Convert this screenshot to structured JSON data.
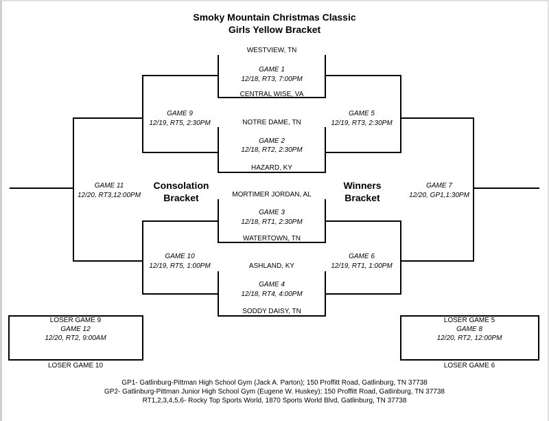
{
  "header": {
    "title": "Smoky Mountain Christmas Classic",
    "subtitle": "Girls Yellow Bracket"
  },
  "teams": {
    "westview": "WESTVIEW, TN",
    "central_wise": "CENTRAL WISE, VA",
    "notre_dame": "NOTRE DAME, TN",
    "hazard": "HAZARD, KY",
    "mortimer_jordan": "MORTIMER JORDAN, AL",
    "watertown": "WATERTOWN, TN",
    "ashland": "ASHLAND, KY",
    "soddy_daisy": "SODDY DAISY, TN"
  },
  "games": {
    "g1": {
      "name": "GAME 1",
      "info": "12/18, RT3, 7:00PM"
    },
    "g2": {
      "name": "GAME 2",
      "info": "12/18, RT2, 2:30PM"
    },
    "g3": {
      "name": "GAME 3",
      "info": "12/18, RT1, 2:30PM"
    },
    "g4": {
      "name": "GAME 4",
      "info": "12/18, RT4, 4:00PM"
    },
    "g5": {
      "name": "GAME 5",
      "info": "12/19, RT3, 2:30PM"
    },
    "g6": {
      "name": "GAME 6",
      "info": "12/19, RT1, 1:00PM"
    },
    "g7": {
      "name": "GAME 7",
      "info": "12/20, GP1,1:30PM"
    },
    "g8": {
      "name": "GAME 8",
      "info": "12/20, RT2, 12:00PM"
    },
    "g9": {
      "name": "GAME 9",
      "info": "12/19, RT5, 2:30PM"
    },
    "g10": {
      "name": "GAME 10",
      "info": "12/19, RT5, 1:00PM"
    },
    "g11": {
      "name": "GAME 11",
      "info": "12/20, RT3,12:00PM"
    },
    "g12": {
      "name": "GAME 12",
      "info": "12/20, RT2, 9:00AM"
    }
  },
  "brackets": {
    "consolation_line1": "Consolation",
    "consolation_line2": "Bracket",
    "winners_line1": "Winners",
    "winners_line2": "Bracket"
  },
  "losers": {
    "g9": "LOSER GAME 9",
    "g10": "LOSER GAME 10",
    "g5": "LOSER GAME 5",
    "g6": "LOSER GAME 6"
  },
  "footer": {
    "line1": "GP1- Gatlinburg-Pittman High School Gym (Jack A. Parton); 150 Proffitt Road, Gatlinburg, TN 37738",
    "line2": "GP2- Gatlinburg-Pittman Junior High School Gym (Eugene W. Huskey); 150 Proffitt Road, Gatlinburg, TN 37738",
    "line3": "RT1,2,3,4,5,6- Rocky Top Sports World, 1870 Sports World Blvd, Gatlinburg, TN 37738"
  }
}
